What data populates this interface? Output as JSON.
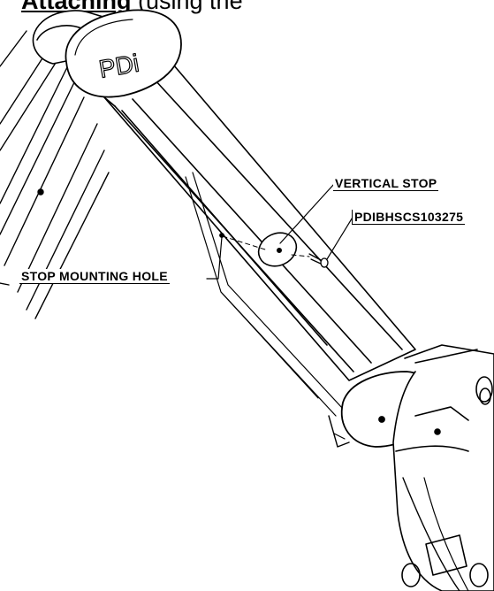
{
  "heading": {
    "title": "Attaching",
    "note": "(using the"
  },
  "callouts": {
    "vertical_stop": "VERTICAL STOP",
    "screw_part_number": "PDIBHSCS103275",
    "stop_mounting_hole": "STOP MOUNTING HOLE"
  },
  "logo": {
    "text": "PDi"
  }
}
